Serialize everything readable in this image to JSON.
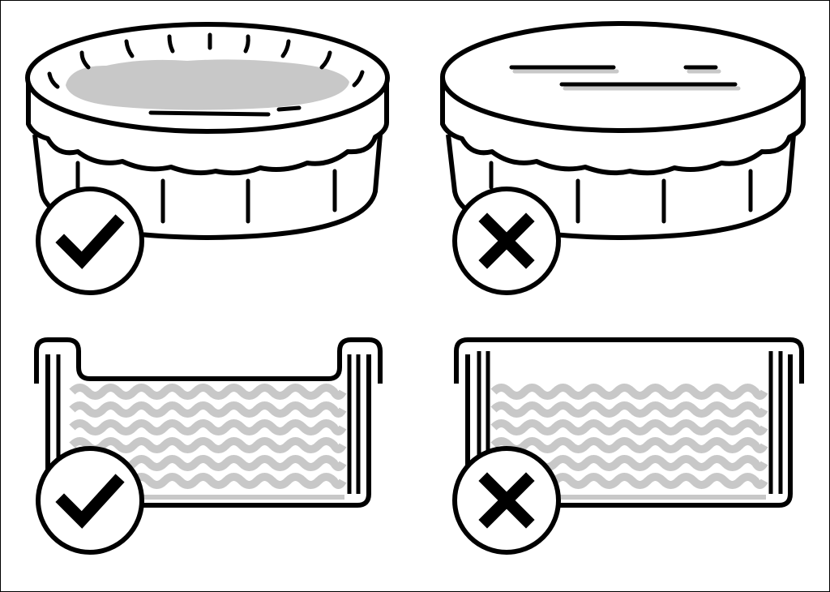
{
  "colors": {
    "ink": "#000000",
    "paper": "#ffffff",
    "fill": "#c8c8c8"
  },
  "panels": [
    {
      "id": "top-left",
      "subject": "round-pool-with-cover-open",
      "verdict": "correct",
      "icon": "check-icon"
    },
    {
      "id": "top-right",
      "subject": "round-pool-fully-covered",
      "verdict": "incorrect",
      "icon": "cross-icon"
    },
    {
      "id": "bottom-left",
      "subject": "frame-pool-water-low",
      "verdict": "correct",
      "icon": "check-icon"
    },
    {
      "id": "bottom-right",
      "subject": "frame-pool-water-high",
      "verdict": "incorrect",
      "icon": "cross-icon"
    }
  ]
}
